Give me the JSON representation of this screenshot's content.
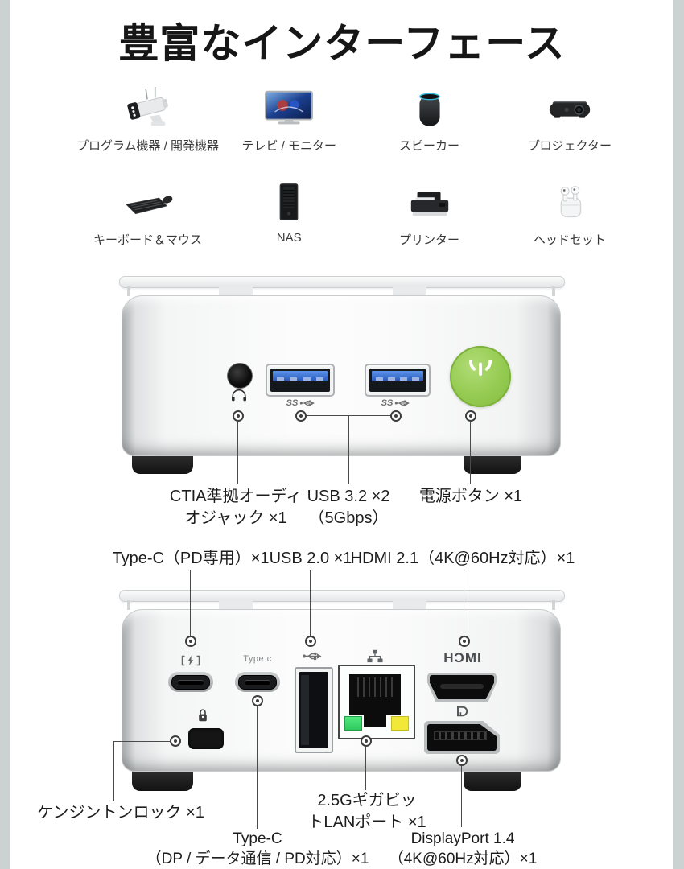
{
  "page": {
    "title": "豊富なインターフェース",
    "background": "#ffffff",
    "edge_strip_color": "#ccd1d2"
  },
  "colors": {
    "power_button_green": "#92c84e",
    "usb_blue": "#3b6fd0",
    "led_green": "#3ede6e",
    "led_yellow": "#f2e838",
    "callout_line": "#4a4a4a"
  },
  "devices": {
    "items": [
      {
        "icon": "security-camera-icon",
        "label": "プログラム機器 / 開発機器"
      },
      {
        "icon": "tv-monitor-icon",
        "label": "テレビ / モニター"
      },
      {
        "icon": "smart-speaker-icon",
        "label": "スピーカー"
      },
      {
        "icon": "projector-icon",
        "label": "プロジェクター"
      },
      {
        "icon": "keyboard-mouse-icon",
        "label": "キーボード＆マウス"
      },
      {
        "icon": "nas-icon",
        "label": "NAS"
      },
      {
        "icon": "printer-icon",
        "label": "プリンター"
      },
      {
        "icon": "headset-icon",
        "label": "ヘッドセット"
      }
    ]
  },
  "front_view": {
    "callouts": {
      "audio_line1": "CTIA準拠オーディ",
      "audio_line2": "オジャック ×1",
      "usb_line1": "USB 3.2 ×2",
      "usb_line2": "（5Gbps）",
      "power": "電源ボタン ×1"
    },
    "port_marks": {
      "superspeed": "SS"
    }
  },
  "rear_view": {
    "callouts_top": {
      "typec_pd": "Type-C（PD専用）×1",
      "usb2": "USB 2.0 ×1",
      "hdmi": "HDMI 2.1（4K@60Hz対応）×1"
    },
    "callouts_bottom": {
      "kensington": "ケンジントンロック ×1",
      "lan_line1": "2.5Gギガビッ",
      "lan_line2": "トLANポート ×1",
      "typec_dp_line1": "Type-C",
      "typec_dp_line2": "（DP / データ通信 / PD対応）×1",
      "dp_line1": "DisplayPort 1.4",
      "dp_line2": "（4K@60Hz対応）×1"
    },
    "port_marks": {
      "typec_label": "Type c",
      "hdmi_logo": "HƆMI"
    }
  }
}
